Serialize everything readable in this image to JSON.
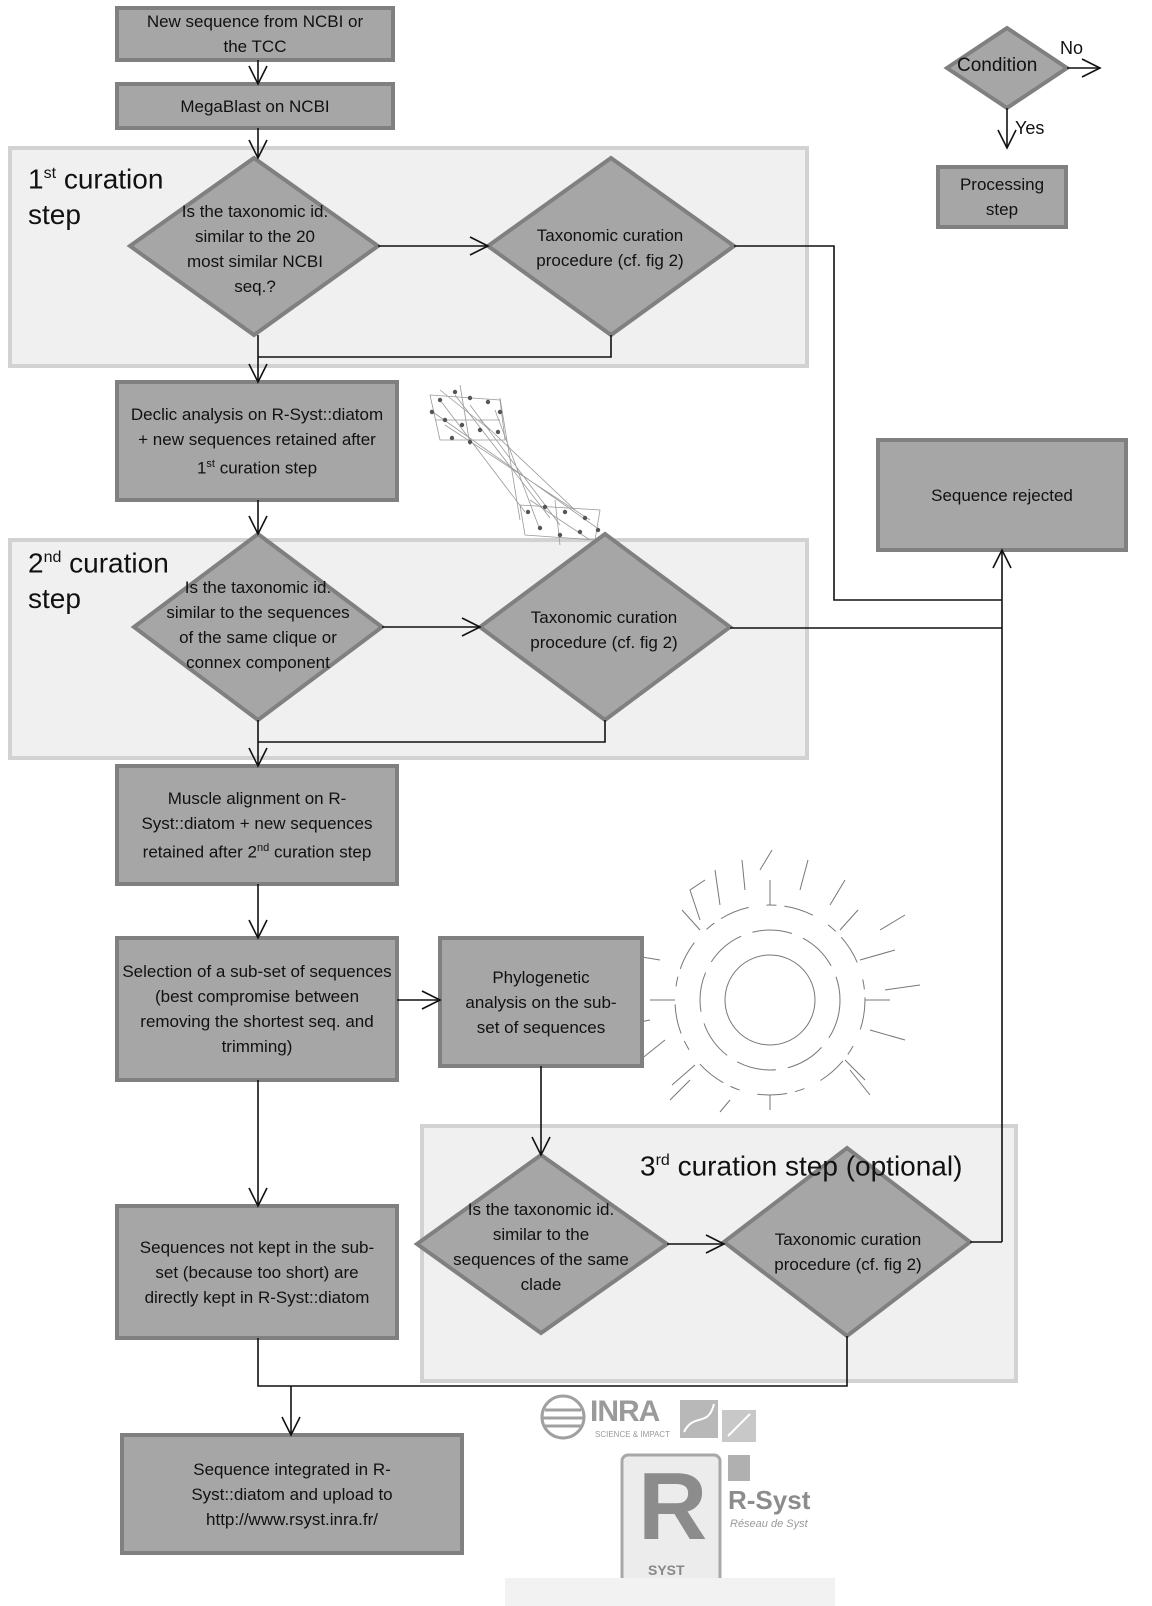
{
  "legend": {
    "condition": "Condition",
    "no": "No",
    "yes": "Yes",
    "processing_step": "Processing step"
  },
  "steps": {
    "new_sequence": "New sequence from NCBI or the TCC",
    "megablast": "MegaBlast on NCBI",
    "step1_title": "curation step",
    "step1_sup": "st",
    "step1_num": "1",
    "q1": "Is the taxonomic id. similar to the 20 most similar NCBI seq.?",
    "proc1": "Taxonomic curation procedure (cf. fig 2)",
    "declic_a": "Declic analysis on R-Syst::diatom + new sequences retained after 1",
    "declic_sup": "st",
    "declic_b": " curation step",
    "step2_num": "2",
    "step2_sup": "nd",
    "step2_title": "curation step",
    "q2": "Is the taxonomic id. similar to the sequences of the same clique or connex component",
    "proc2": "Taxonomic curation procedure (cf. fig 2)",
    "rejected": "Sequence rejected",
    "muscle_a": "Muscle alignment on R-Syst::diatom + new sequences retained after 2",
    "muscle_sup": "nd",
    "muscle_b": " curation step",
    "selection": "Selection of a sub-set of sequences (best compromise  between removing the shortest seq. and trimming)",
    "phylo": "Phylogenetic analysis on the sub-set of sequences",
    "step3_num": "3",
    "step3_sup": "rd",
    "step3_title": "curation step (optional)",
    "q3": "Is the taxonomic id. similar to the sequences of the same clade",
    "proc3": "Taxonomic curation procedure (cf. fig 2)",
    "not_kept": "Sequences not kept in the sub-set (because too short) are directly kept in R-Syst::diatom",
    "integrated": "Sequence integrated in R-Syst::diatom and upload to http://www.rsyst.inra.fr/"
  },
  "logos": {
    "inra": "INRA",
    "inra_sub": "SCIENCE & IMPACT",
    "rsyst": "R-Syst",
    "rsyst_sub": "Réseau de Syst",
    "r_letter": "R",
    "syst": "SYST"
  },
  "colors": {
    "box_fill": "#a6a6a6",
    "box_stroke": "#808080",
    "panel_fill": "#f0f0f0",
    "panel_stroke": "#d2d2d2"
  }
}
